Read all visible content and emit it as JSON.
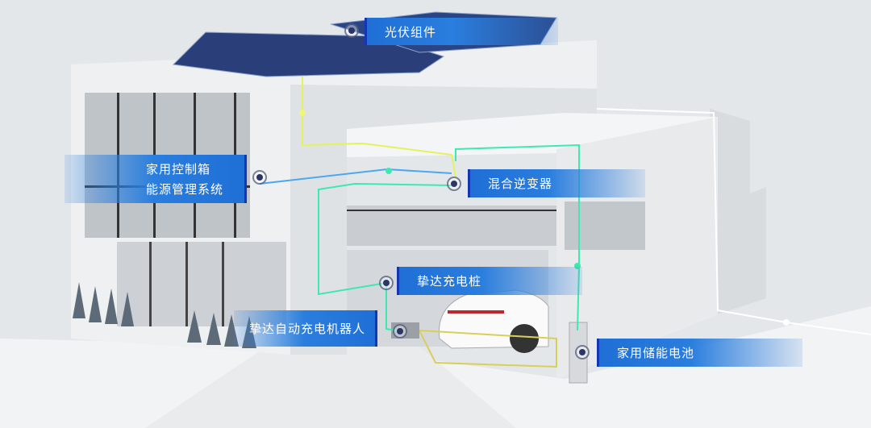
{
  "labels": {
    "pv": "光伏组件",
    "control_line1": "家用控制箱",
    "control_line2": "能源管理系统",
    "inverter": "混合逆变器",
    "charger": "挚达充电桩",
    "robot": "挚达自动充电机器人",
    "battery": "家用储能电池"
  },
  "colors": {
    "label_blue": "#2a7ede",
    "line_green": "#3ee8b0",
    "line_yellow": "#e6f25a",
    "line_blue": "#4aa8f0"
  }
}
